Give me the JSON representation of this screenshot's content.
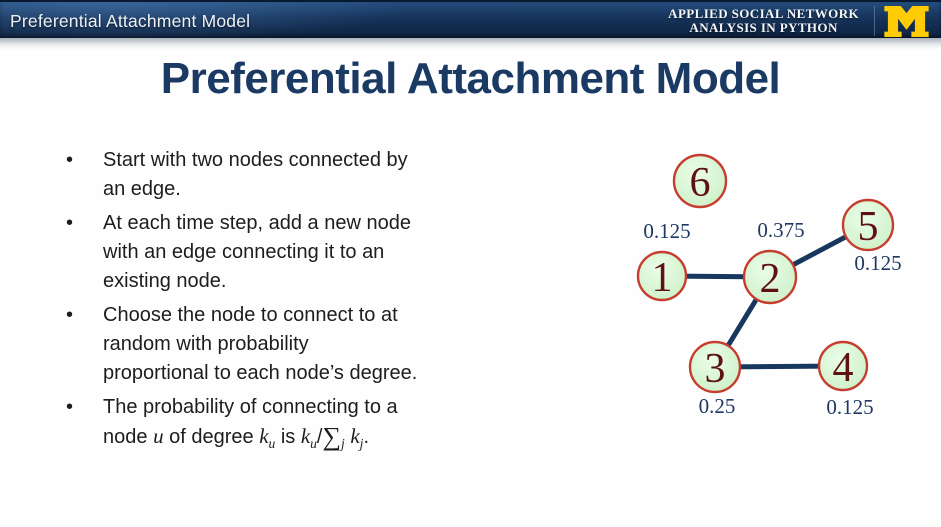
{
  "header": {
    "window_title": "Preferential Attachment Model",
    "course_line1": "APPLIED SOCIAL NETWORK",
    "course_line2": "ANALYSIS IN PYTHON",
    "logo": "university-of-michigan-block-m",
    "colors": {
      "bar_navy": "#16335a",
      "maize": "#ffcb05"
    }
  },
  "slide": {
    "title": "Preferential Attachment Model",
    "title_color": "#1b3a63",
    "bullets": [
      {
        "lines": [
          "Start with two nodes connected by",
          "an edge."
        ]
      },
      {
        "lines": [
          "At each time step, add a new node",
          "with an edge connecting it to an",
          "existing node."
        ]
      },
      {
        "lines": [
          "Choose the node to connect to at",
          "random with probability",
          "proportional to each node’s degree."
        ]
      },
      {
        "lines": [
          "The probability of connecting to a"
        ]
      }
    ],
    "math_line": {
      "t1": "node ",
      "v1": "u",
      "t2": " of degree ",
      "v2": "k",
      "s2": "u",
      "t3": " is ",
      "v3": "k",
      "s3": "u",
      "t4": "/",
      "sigma": "∑",
      "s4": "j",
      "t5": " ",
      "v4": "k",
      "s5": "j",
      "t6": "."
    }
  },
  "graph": {
    "nodes": [
      {
        "label": "1",
        "prob": "0.125"
      },
      {
        "label": "2",
        "prob": "0.375"
      },
      {
        "label": "3",
        "prob": "0.25"
      },
      {
        "label": "4",
        "prob": "0.125"
      },
      {
        "label": "5",
        "prob": "0.125"
      },
      {
        "label": "6",
        "prob": ""
      }
    ],
    "edges": [
      [
        "1",
        "2"
      ],
      [
        "2",
        "5"
      ],
      [
        "2",
        "3"
      ],
      [
        "3",
        "4"
      ]
    ],
    "colors": {
      "node_fill": "#d6f5d2",
      "node_border": "#c63d2f",
      "node_text": "#5e1212",
      "edge": "#17375e",
      "prob_text": "#1f3864"
    }
  }
}
